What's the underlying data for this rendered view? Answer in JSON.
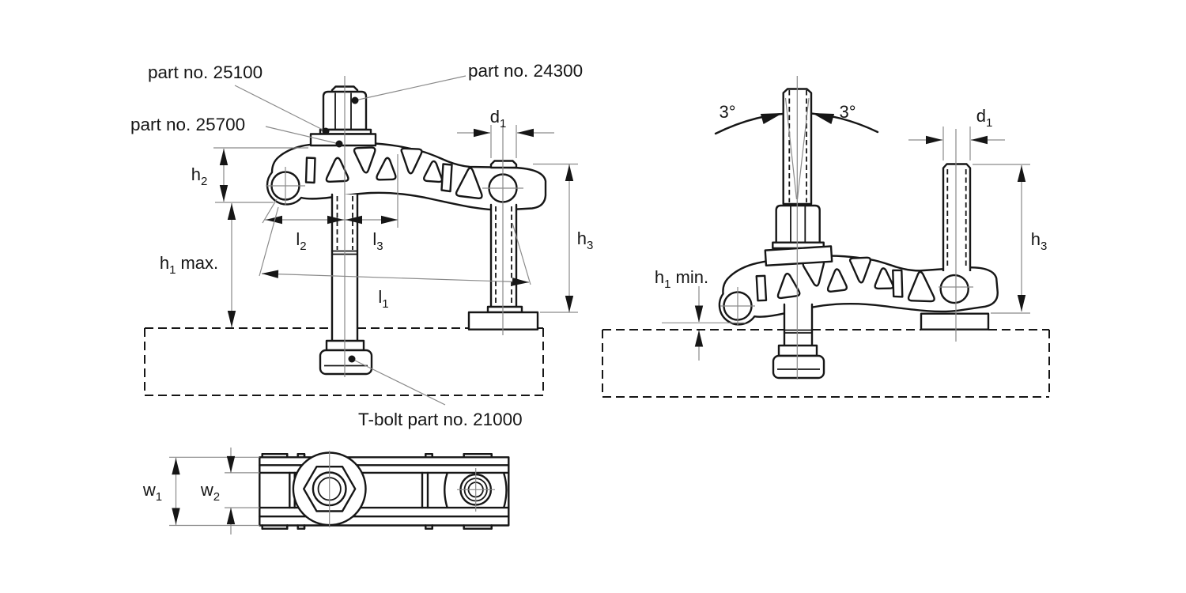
{
  "part_labels": {
    "p25100": "part no. 25100",
    "p24300": "part no. 24300",
    "p25700": "part no. 25700",
    "tbolt": "T-bolt part no. 21000"
  },
  "dimensions": {
    "h2": {
      "base": "h",
      "sub": "2",
      "suffix": ""
    },
    "h1max": {
      "base": "h",
      "sub": "1",
      "suffix": "max."
    },
    "h1min": {
      "base": "h",
      "sub": "1",
      "suffix": "min."
    },
    "l1": {
      "base": "l",
      "sub": "1",
      "suffix": ""
    },
    "l2": {
      "base": "l",
      "sub": "2",
      "suffix": ""
    },
    "l3": {
      "base": "l",
      "sub": "3",
      "suffix": ""
    },
    "d1": {
      "base": "d",
      "sub": "1",
      "suffix": ""
    },
    "h3": {
      "base": "h",
      "sub": "3",
      "suffix": ""
    },
    "w1": {
      "base": "w",
      "sub": "1",
      "suffix": ""
    },
    "w2": {
      "base": "w",
      "sub": "2",
      "suffix": ""
    },
    "angle": "3°"
  },
  "colors": {
    "line": "#161616",
    "thin_line": "#8a8a8a",
    "background": "#ffffff"
  }
}
